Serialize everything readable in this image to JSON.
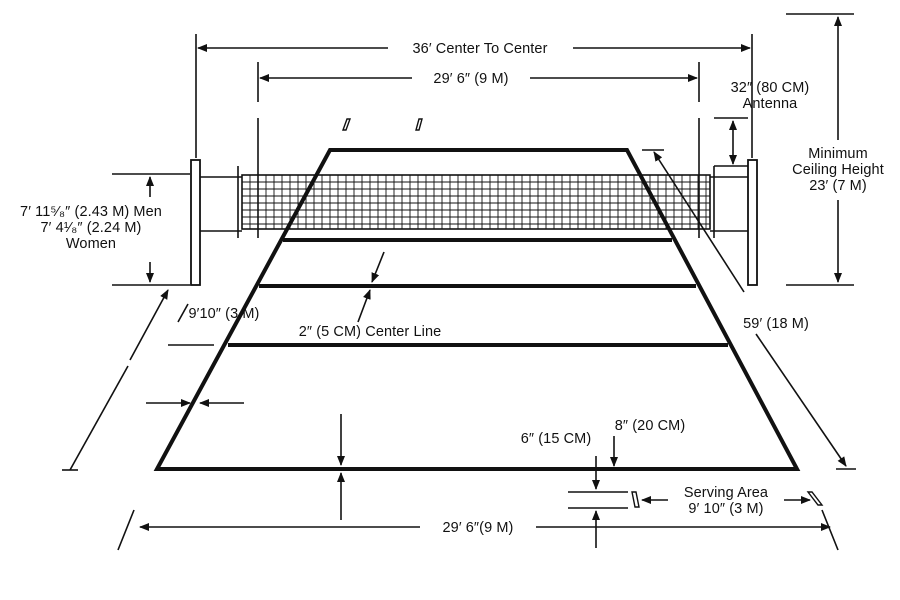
{
  "labels": {
    "center_to_center": "36′ Center To Center",
    "net_width": "29′ 6″ (9 M)",
    "antenna_size": "32″ (80 CM)",
    "antenna": "Antenna",
    "ceiling_line1": "Minimum",
    "ceiling_line2": "Ceiling Height",
    "ceiling_line3": "23′ (7 M)",
    "net_height_men": "7′ 11⁵⁄₈″ (2.43 M) Men",
    "net_height_women_1": "7′ 4¹⁄₈″ (2.24 M)",
    "net_height_women_2": "Women",
    "attack_line": "9′10″ (3 M)",
    "center_line": "2″ (5 CM) Center Line",
    "court_length": "59′ (18 M)",
    "end_line_width": "8″ (20 CM)",
    "service_gap": "6″ (15 CM)",
    "serving_area_1": "Serving Area",
    "serving_area_2": "9′ 10″ (3 M)",
    "court_width": "29′ 6″(9 M)"
  },
  "colors": {
    "ink": "#111111",
    "background": "#ffffff"
  },
  "icons": {
    "arrowhead": "arrowhead-icon"
  }
}
